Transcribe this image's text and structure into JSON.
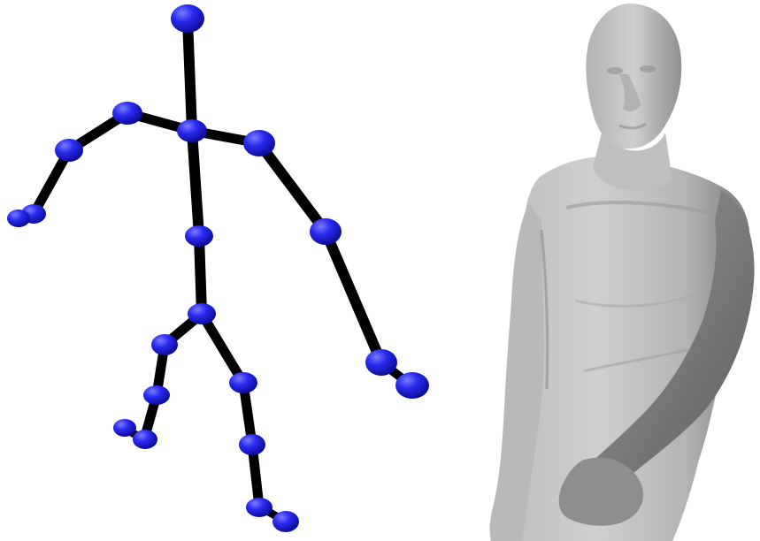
{
  "figure": {
    "panels": [
      {
        "id": "skeleton",
        "content": "3d-skeleton-joints-and-bones"
      },
      {
        "id": "mesh",
        "content": "3d-human-upper-body-mesh-render"
      }
    ]
  },
  "colors": {
    "background": "#ffffff",
    "bone": "#000000",
    "joint": "#2020e6",
    "joint_highlight": "#6d6df7",
    "mesh_light": "#c9c9c9",
    "mesh_mid": "#a7a7a7",
    "mesh_dark": "#6f6f6f"
  }
}
